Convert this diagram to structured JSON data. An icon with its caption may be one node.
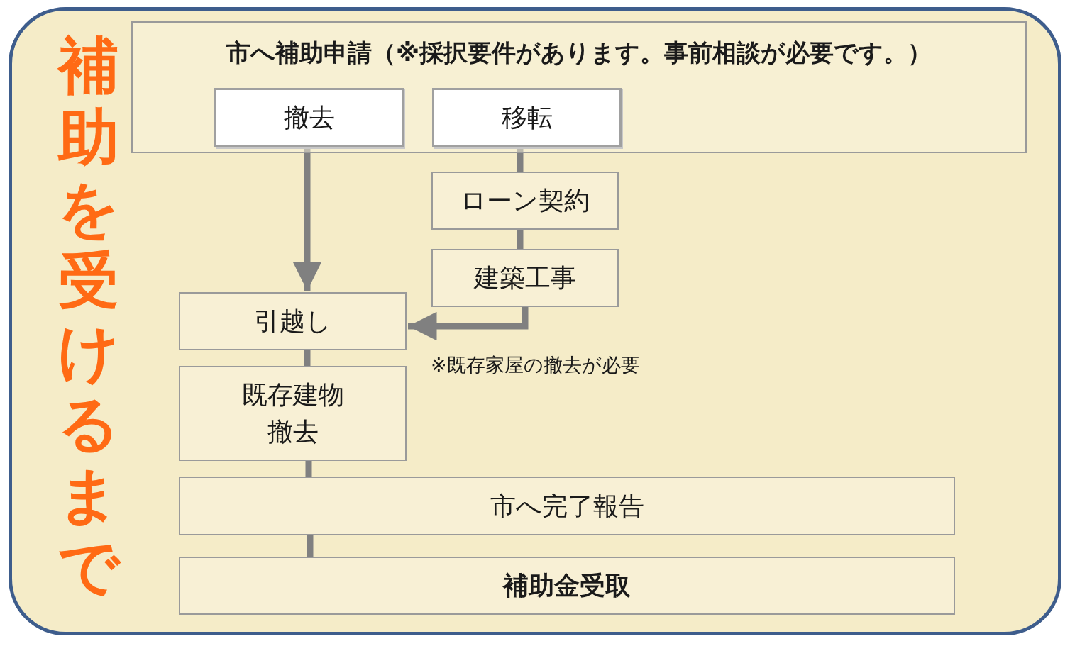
{
  "diagram": {
    "title": "補助を受けるまで",
    "nodes": [
      {
        "text": [
          "市へ補助申請（※採択要件があります。事前相談が必要です。）"
        ]
      },
      {
        "text": [
          "撤去"
        ],
        "in": 0
      },
      {
        "text": [
          "移転"
        ],
        "in": 0
      },
      {
        "text": [
          "ローン契約"
        ]
      },
      {
        "text": [
          "建築工事"
        ]
      },
      {
        "text": [
          "引越し"
        ]
      },
      {
        "text": [
          "既存建物撤去"
        ]
      },
      {
        "text": [
          "市へ完了報告"
        ]
      },
      {
        "text": [
          "補助金受取"
        ]
      }
    ],
    "edges": [
      {
        "from": 1,
        "to": 5,
        "arrow": "to"
      },
      {
        "from": 2,
        "to": 3,
        "arrow": "none"
      },
      {
        "from": 3,
        "to": 4,
        "arrow": "none"
      },
      {
        "from": 4,
        "to": 5,
        "arrow": "to"
      },
      {
        "from": 5,
        "to": 6,
        "arrow": "none"
      },
      {
        "from": 6,
        "to": 7,
        "arrow": "none"
      },
      {
        "from": 7,
        "to": 8,
        "arrow": "none"
      }
    ],
    "labels": [
      "※既存家屋の撤去が必要"
    ]
  }
}
